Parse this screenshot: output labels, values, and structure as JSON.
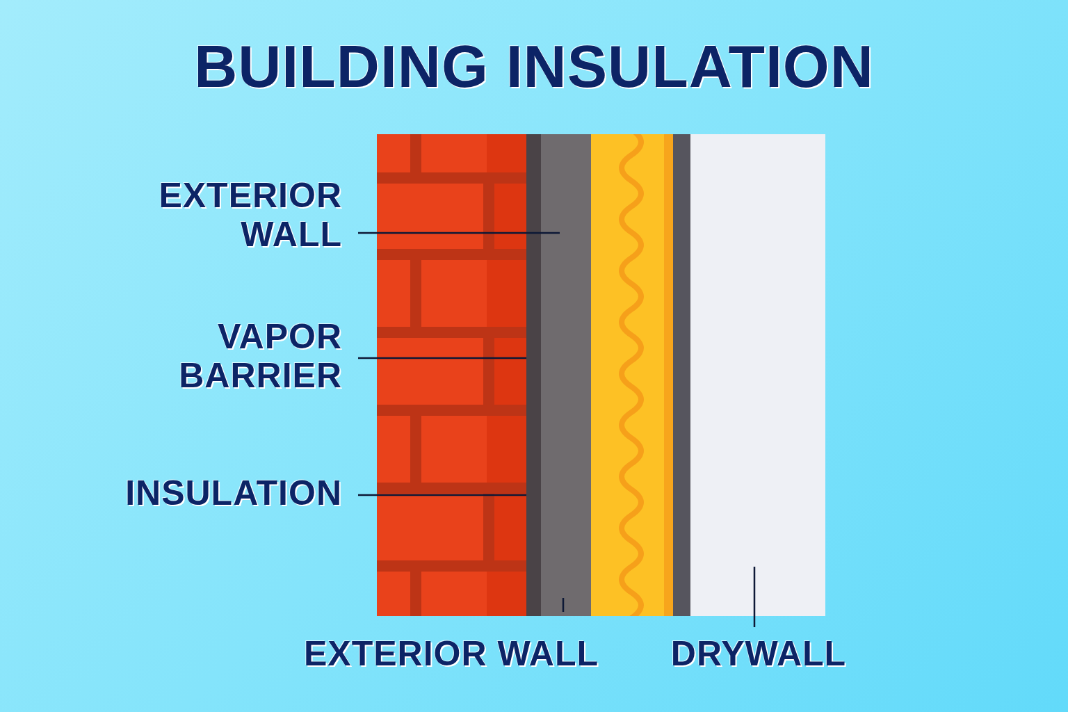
{
  "diagram": {
    "title": "BUILDING INSULATION",
    "labels": [
      "EXTERIOR WALL",
      "VAPOR BARRIER",
      "INSULATION",
      "EXTERIOR WALL",
      "DRYWALL"
    ]
  }
}
